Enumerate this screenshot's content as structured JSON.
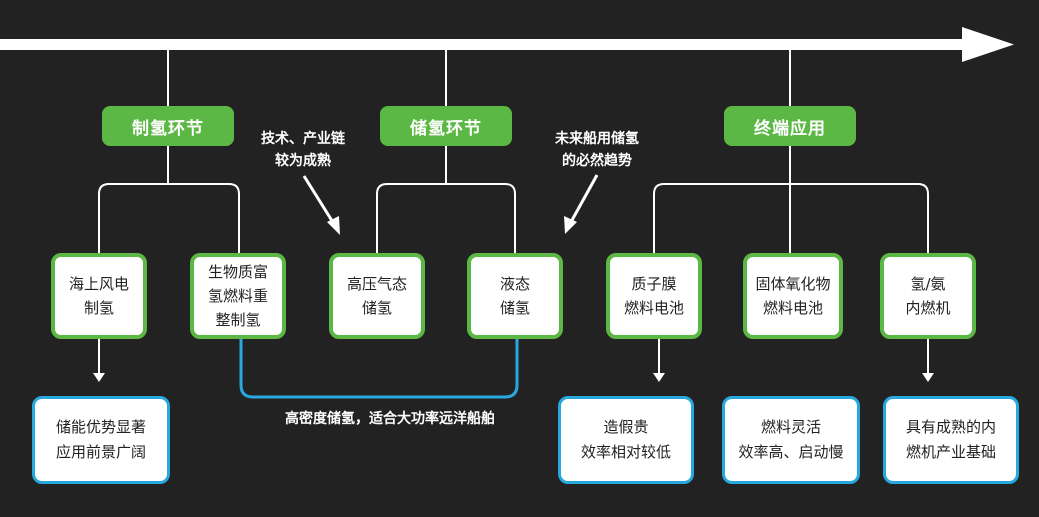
{
  "colors": {
    "background": "#222222",
    "green": "#5cb844",
    "blue": "#29a8e0",
    "white": "#ffffff"
  },
  "categories": [
    {
      "label": "制氢环节"
    },
    {
      "label": "储氢环节"
    },
    {
      "label": "终端应用"
    }
  ],
  "annotations": {
    "tech_mature": [
      "技术、产业链",
      "较为成熟"
    ],
    "future_trend": [
      "未来船用储氢",
      "的必然趋势"
    ],
    "liquid_note": "高密度储氢，适合大功率远洋船舶"
  },
  "nodes": [
    {
      "lines": [
        "海上风电",
        "制氢"
      ]
    },
    {
      "lines": [
        "生物质富",
        "氢燃料重",
        "整制氢"
      ]
    },
    {
      "lines": [
        "高压气态",
        "储氢"
      ]
    },
    {
      "lines": [
        "液态",
        "储氢"
      ]
    },
    {
      "lines": [
        "质子膜",
        "燃料电池"
      ]
    },
    {
      "lines": [
        "固体氧化物",
        "燃料电池"
      ]
    },
    {
      "lines": [
        "氢/氨",
        "内燃机"
      ]
    }
  ],
  "notes": [
    {
      "lines": [
        "储能优势显著",
        "应用前景广阔"
      ]
    },
    {
      "lines": [
        "造假贵",
        "效率相对较低"
      ]
    },
    {
      "lines": [
        "燃料灵活",
        "效率高、启动慢"
      ]
    },
    {
      "lines": [
        "具有成熟的内",
        "燃机产业基础"
      ]
    }
  ]
}
